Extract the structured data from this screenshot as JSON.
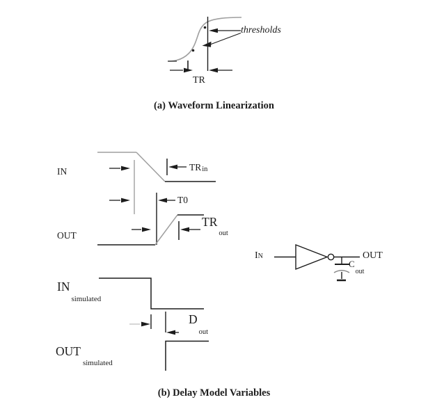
{
  "page": {
    "background": "#ffffff"
  },
  "colors": {
    "ink": "#1c1c1c",
    "gray_line": "#9f9f9f"
  },
  "figure_a": {
    "caption": "(a) Waveform Linearization",
    "thresholds_label": "thresholds",
    "tr_label": "TR"
  },
  "figure_b": {
    "caption": "(b) Delay Model Variables",
    "in_label": "IN",
    "out_label": "OUT",
    "tr_in": {
      "base": "TR",
      "sub": "in"
    },
    "t0_label": "T0",
    "tr_out": {
      "base": "TR",
      "sub": "out"
    },
    "in_simulated": {
      "base": "IN",
      "sub": "simulated"
    },
    "d_out": {
      "base": "D",
      "sub": "out"
    },
    "out_simulated": {
      "base": "OUT",
      "sub": "simulated"
    },
    "circuit": {
      "in_label": "In",
      "out_label": "OUT",
      "cap": {
        "base": "C",
        "sub": "out"
      }
    }
  }
}
